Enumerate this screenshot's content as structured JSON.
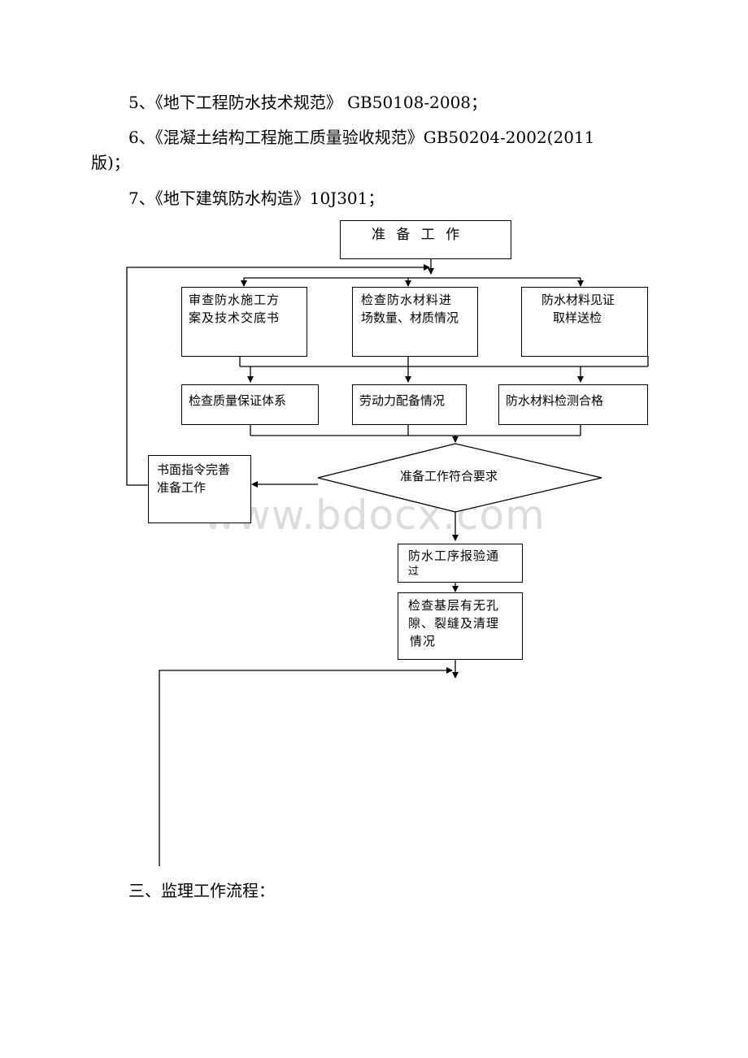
{
  "references": {
    "item5": "5、《地下工程防水技术规范》 GB50108-2008；",
    "item6_line1": "6、《混凝土结构工程施工质量验收规范》GB50204-2002(2011",
    "item6_line2": "版)；",
    "item7": "7、《地下建筑防水构造》10J301；"
  },
  "flowchart": {
    "start": "准 备 工 作",
    "review_plan": [
      "审查防水施工方",
      "案及技术交底书"
    ],
    "check_materials": [
      "检查防水材料进",
      "场数量、材质情况"
    ],
    "sample_test": [
      "防水材料见证",
      "取样送检"
    ],
    "quality_system": "检查质量保证体系",
    "labor": "劳动力配备情况",
    "material_test_ok": "防水材料检测合格",
    "decision": "准备工作符合要求",
    "written_order": [
      "书面指令完善",
      "准备工作"
    ],
    "inspection_pass": [
      "防水工序报验通",
      "过"
    ],
    "base_check": [
      "检查基层有无孔",
      "隙、裂缝及清理",
      "情况"
    ]
  },
  "watermark": "www.bdocx.com",
  "section_heading": "三、监理工作流程："
}
